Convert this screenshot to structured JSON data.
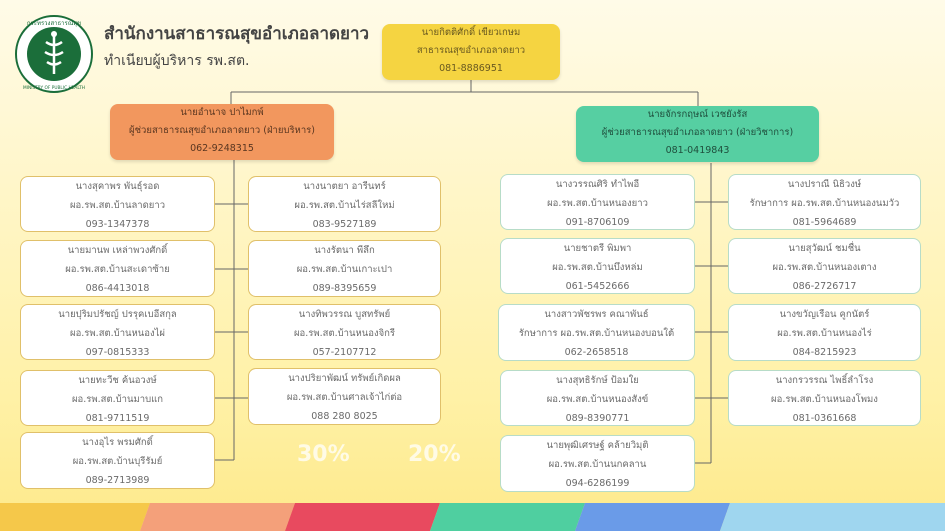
{
  "header": {
    "org_name": "สำนักงานสาธารณสุขอำเภอลาดยาว",
    "subtitle": "ทำเนียบผู้บริหาร รพ.สต.",
    "logo_text": "กระทรวงสาธารณสุข",
    "logo_text_en": "MINISTRY OF PUBLIC HEALTH"
  },
  "top": {
    "name": "นายกิตติศักดิ์ เขียวเกษม",
    "title": "สาธารณสุขอำเภอลาดยาว",
    "phone": "081-8886951"
  },
  "managers": [
    {
      "name": "นายอำนาจ ปาไมกพ์",
      "title": "ผู้ช่วยสาธารณสุขอำเภอลาดยาว (ฝ่ายบริหาร)",
      "phone": "062-9248315"
    },
    {
      "name": "นายจักรกฤษณ์ เวชยังรัส",
      "title": "ผู้ช่วยสาธารณสุขอำเภอลาดยาว (ฝ่ายวิชาการ)",
      "phone": "081-0419843"
    }
  ],
  "left_col1": [
    {
      "name": "นางสุคาพร พันธุ์รอด",
      "title": "ผอ.รพ.สต.บ้านลาดยาว",
      "phone": "093-1347378"
    },
    {
      "name": "นายมานพ เหล่าพวงศักดิ์",
      "title": "ผอ.รพ.สต.บ้านสะเดาซ้าย",
      "phone": "086-4413018"
    },
    {
      "name": "นายปุริมปรัชญ์ ปรรุคเบอีสกุล",
      "title": "ผอ.รพ.สต.บ้านหนองไผ่",
      "phone": "097-0815333"
    },
    {
      "name": "นายทะวีช ค้นอวงษ์",
      "title": "ผอ.รพ.สต.บ้านมาบแก",
      "phone": "081-9711519"
    },
    {
      "name": "นางอุไร พรมศักดิ์",
      "title": "ผอ.รพ.สต.บ้านบุรีรัมย์",
      "phone": "089-2713989"
    }
  ],
  "left_col2": [
    {
      "name": "นางนาตยา อารีนทร์",
      "title": "ผอ.รพ.สต.บ้านไร่สลีใหม่",
      "phone": "083-9527189"
    },
    {
      "name": "นางรัตนา พีลึก",
      "title": "ผอ.รพ.สต.บ้านเกาะเปา",
      "phone": "089-8395659"
    },
    {
      "name": "นางทิพวรรณ บูสทรัพย์",
      "title": "ผอ.รพ.สต.บ้านหนองจิกรี",
      "phone": "057-2107712"
    },
    {
      "name": "นางปริยาพัฒน์ ทรัพย์เกิดผล",
      "title": "ผอ.รพ.สต.บ้านศาลเจ้าไก่ต่อ",
      "phone": "088 280 8025"
    }
  ],
  "right_col1": [
    {
      "name": "นางวรรณศิริ ทำไพอี",
      "title": "ผอ.รพ.สต.บ้านหนองยาว",
      "phone": "091-8706109"
    },
    {
      "name": "นายชาตรี พิมพา",
      "title": "ผอ.รพ.สต.บ้านบึงหล่ม",
      "phone": "061-5452666"
    },
    {
      "name": "นางสาวพัชรพร คณาพันธ์",
      "title": "รักษาการ ผอ.รพ.สต.บ้านหนองบอนใต้",
      "phone": "062-2658518"
    },
    {
      "name": "นางสุทธิรักษ์ ป้อมใย",
      "title": "ผอ.รพ.สต.บ้านหนองสังข์",
      "phone": "089-8390771"
    },
    {
      "name": "นายพุฒิเศรษฐ์ คล้ายวิมุติ",
      "title": "ผอ.รพ.สต.บ้านนกคลาน",
      "phone": "094-6286199"
    }
  ],
  "right_col2": [
    {
      "name": "นางปราณี นิธิวงษ์",
      "title": "รักษาการ ผอ.รพ.สต.บ้านหนองนมวัว",
      "phone": "081-5964689"
    },
    {
      "name": "นายสุวัฒน์ ชมชื่น",
      "title": "ผอ.รพ.สต.บ้านหนองเตาง",
      "phone": "086-2726717"
    },
    {
      "name": "นางขวัญเรือน คูกนัตร์",
      "title": "ผอ.รพ.สต.บ้านหนองไร่",
      "phone": "084-8215923"
    },
    {
      "name": "นางกรวรรณ ไพธิ์ลำโรง",
      "title": "ผอ.รพ.สต.บ้านหนองโพมง",
      "phone": "081-0361668"
    }
  ],
  "watermarks": [
    "30%",
    "20%"
  ],
  "colors": {
    "top_box": "#f5d441",
    "left_manager": "#f2975e",
    "right_manager": "#56cfa2",
    "left_border": "#e0c06a",
    "right_border": "#b7dcc8",
    "bar_segments": [
      "#f5c84a",
      "#f4a07a",
      "#e84a5f",
      "#4fcfa0",
      "#6a9be8",
      "#9fd6ef"
    ]
  }
}
